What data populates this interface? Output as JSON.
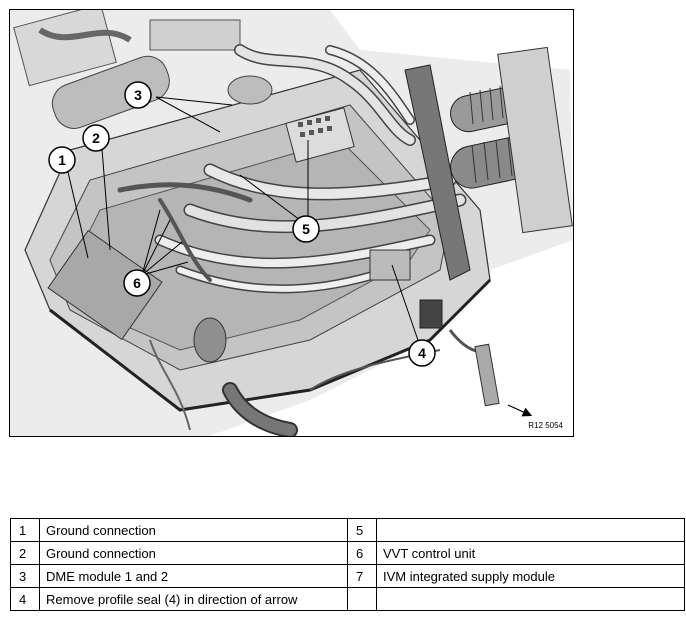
{
  "figure": {
    "reference": "R12 5054",
    "callouts": [
      "1",
      "2",
      "3",
      "4",
      "5",
      "6"
    ]
  },
  "legend": {
    "rows": [
      {
        "left_num": "1",
        "left_text": "Ground connection",
        "right_num": "5",
        "right_text": ""
      },
      {
        "left_num": "2",
        "left_text": "Ground connection",
        "right_num": "6",
        "right_text": "VVT control unit"
      },
      {
        "left_num": "3",
        "left_text": "DME module 1 and 2",
        "right_num": "7",
        "right_text": "IVM integrated supply module"
      },
      {
        "left_num": "4",
        "left_text": "Remove profile seal (4) in direction of arrow",
        "right_num": "",
        "right_text": ""
      }
    ]
  }
}
